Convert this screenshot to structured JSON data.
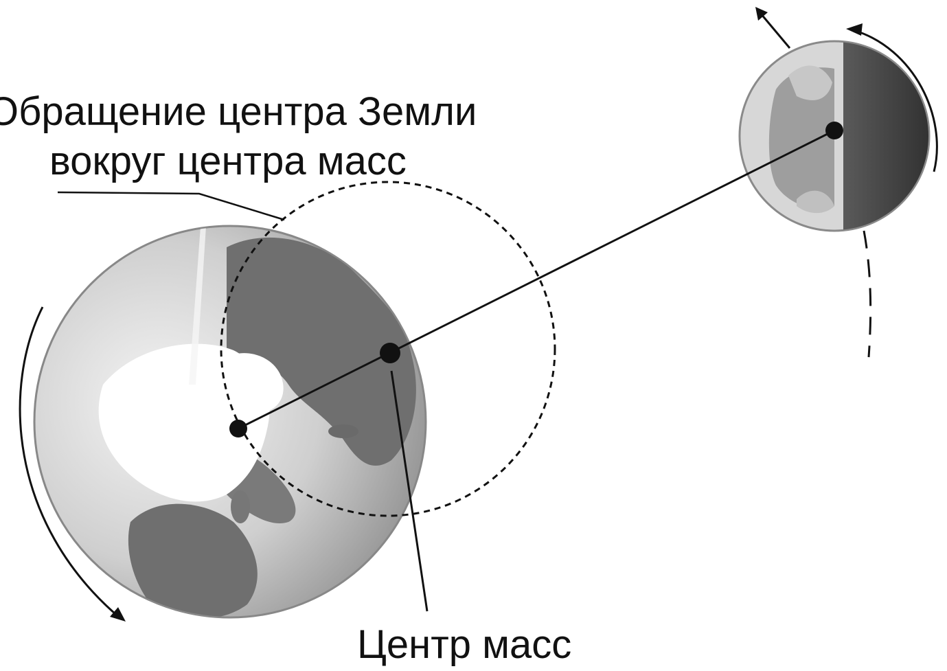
{
  "labels": {
    "orbit_line1": "Обращение центра Земли",
    "orbit_line2": "вокруг центра масс",
    "center_of_mass": "Центр масс"
  },
  "colors": {
    "background": "#ffffff",
    "ink": "#111111",
    "earth_land": "#6f6f6f",
    "earth_ocean": "#c9c9c9",
    "earth_ice": "#ffffff",
    "moon_light": "#a8a8a8",
    "moon_dark": "#3d3d3d"
  },
  "icons": {
    "earth": "earth-globe-icon",
    "moon": "moon-icon",
    "earth_rotation": "curved-arrow-icon",
    "moon_rotation": "curved-arrow-icon"
  }
}
